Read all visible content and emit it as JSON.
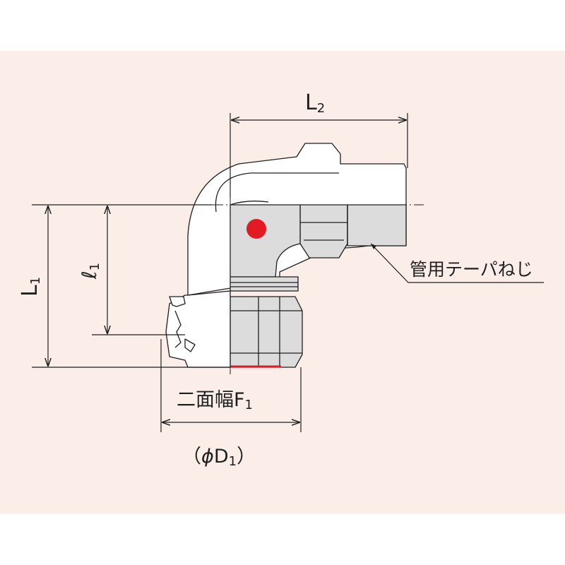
{
  "labels": {
    "l2_main": "L",
    "l2_sub": "2",
    "l1_main": "L",
    "l1_sub": "1",
    "ell1_main": "ℓ",
    "ell1_sub": "1",
    "thread": "管用テーパねじ",
    "flat_main": "二面幅F",
    "flat_sub": "1",
    "d1_open": "（",
    "d1_phi": "ϕ",
    "d1_main": "D",
    "d1_sub": "1",
    "d1_close": "）"
  },
  "colors": {
    "background": "#fbeee9",
    "outer": "#ffffff",
    "body_fill": "#ffffff",
    "section_fill": "#dcdcdc",
    "line": "#1f1f1f",
    "marker_red": "#e21a22"
  },
  "icons": {
    "marker": "red-dot-marker"
  }
}
